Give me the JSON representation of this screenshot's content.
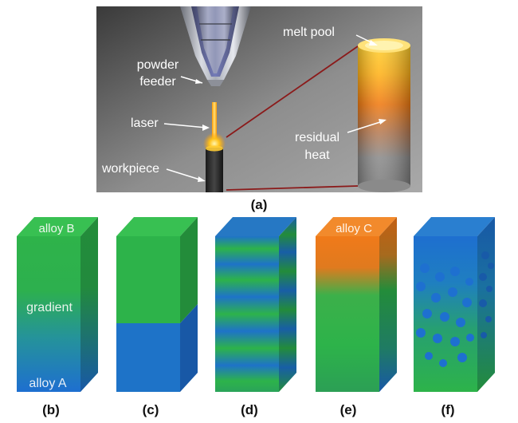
{
  "panel_a": {
    "labels": {
      "powder_feeder_1": "powder",
      "powder_feeder_2": "feeder",
      "laser": "laser",
      "workpiece": "workpiece",
      "melt_pool": "melt pool",
      "residual_heat_1": "residual",
      "residual_heat_2": "heat"
    },
    "caption": "(a)"
  },
  "panels": [
    {
      "caption": "(b)",
      "top_label": "alloy B",
      "middle_label": "gradient",
      "bottom_label": "alloy A"
    },
    {
      "caption": "(c)"
    },
    {
      "caption": "(d)"
    },
    {
      "caption": "(e)",
      "top_label": "alloy C"
    },
    {
      "caption": "(f)"
    }
  ],
  "colors": {
    "green": "#2db34a",
    "blue": "#1e73c8",
    "orange": "#f07a1a",
    "laser_yellow": "#ffc21a",
    "guide_line": "#8b1a1a"
  }
}
